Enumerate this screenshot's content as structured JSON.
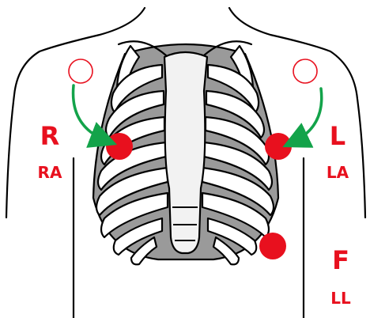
{
  "labels": {
    "right": {
      "letter": "R",
      "code": "RA"
    },
    "left": {
      "letter": "L",
      "code": "LA"
    },
    "foot": {
      "letter": "F",
      "code": "LL"
    }
  },
  "colors": {
    "electrode": "#e8101e",
    "arrow": "#13a34a",
    "outline": "#000000",
    "rib_fill": "#ffffff",
    "gap_fill": "#9a9a9a",
    "sternum_fill": "#f2f2f2",
    "label": "#e8101e"
  },
  "icons": {
    "electrode_target": "circle-outline-icon",
    "electrode": "red-dot-icon",
    "arrow": "curved-arrow-icon"
  }
}
